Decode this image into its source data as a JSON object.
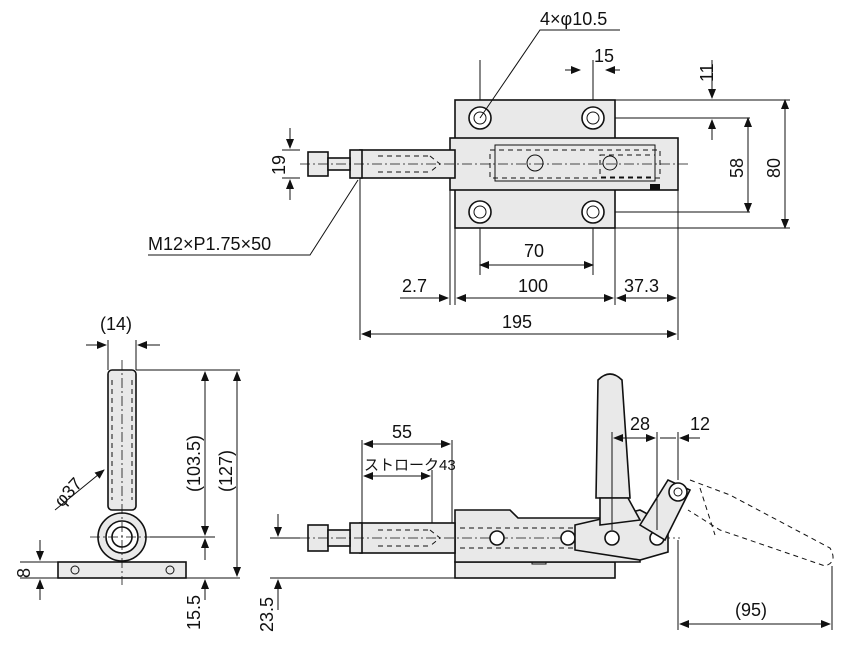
{
  "drawing": {
    "type": "technical-drawing",
    "subject": "push-pull toggle clamp",
    "colors": {
      "line": "#111111",
      "part_fill": "#e9e9e9",
      "background": "#ffffff"
    },
    "top_view": {
      "dims": {
        "holes": "4×φ10.5",
        "hole_pitch_vertical": "15",
        "flange_edge": "11",
        "hole_span_v": "58",
        "base_width": "80",
        "plunger_dia": "19",
        "hole_span_h": "70",
        "left_offset": "2.7",
        "base_length": "100",
        "right_offset": "37.3",
        "total_length": "195",
        "thread": "M12×P1.75×50"
      }
    },
    "side_view_small": {
      "dims": {
        "handle_width": "(14)",
        "height_ref": "(103.5)",
        "height_total": "(127)",
        "boss_dia": "φ37",
        "base_thk": "8",
        "center_height": "15.5"
      }
    },
    "front_view": {
      "dims": {
        "stroke_len": "55",
        "stroke_label": "ストローク43",
        "handle_a": "28",
        "handle_b": "12",
        "center_height": "23.5",
        "handle_reach": "(95)"
      }
    }
  }
}
